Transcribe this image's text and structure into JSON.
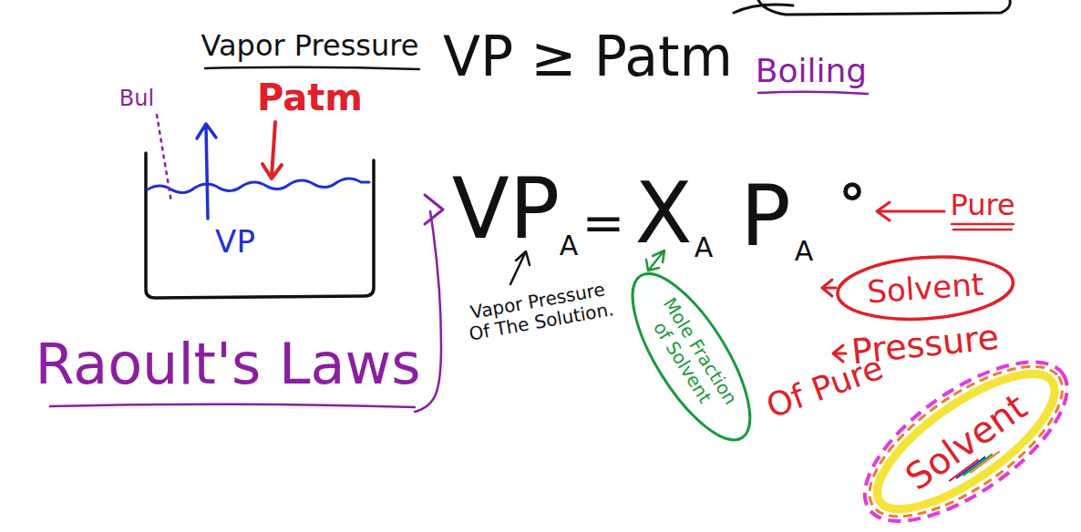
{
  "diagram": {
    "nodes": [
      {
        "text": [
          "Mole Fraction of Solvent"
        ]
      },
      {
        "text": [
          "Solvent"
        ]
      },
      {
        "text": [
          "Solvent"
        ]
      }
    ],
    "labels": [
      "Vapor Pressure",
      "VP ≥ Patm",
      "Boiling",
      "Bul",
      "Patm",
      "VP",
      "Raoult's Laws",
      "VP",
      "A",
      "=",
      "X",
      "A",
      "P",
      "A",
      "°",
      "Pure",
      "Vapor Pressure Of The Solution.",
      "Pressure",
      "Of Pure"
    ]
  }
}
